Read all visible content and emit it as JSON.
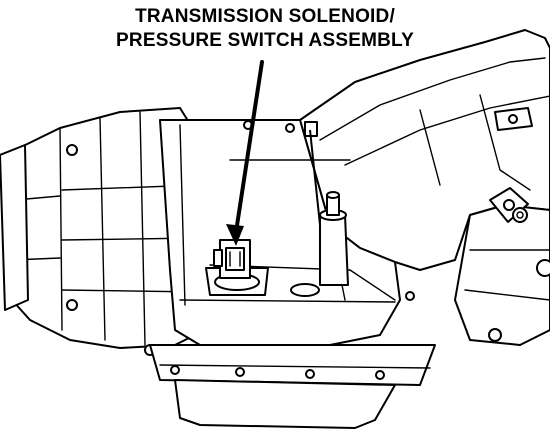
{
  "figure": {
    "callout_line1": "TRANSMISSION SOLENOID/",
    "callout_line2": "PRESSURE SWITCH ASSEMBLY"
  },
  "colors": {
    "ink": "#000000",
    "paper": "#ffffff"
  },
  "icons": {
    "pointer": "leader-arrow"
  }
}
